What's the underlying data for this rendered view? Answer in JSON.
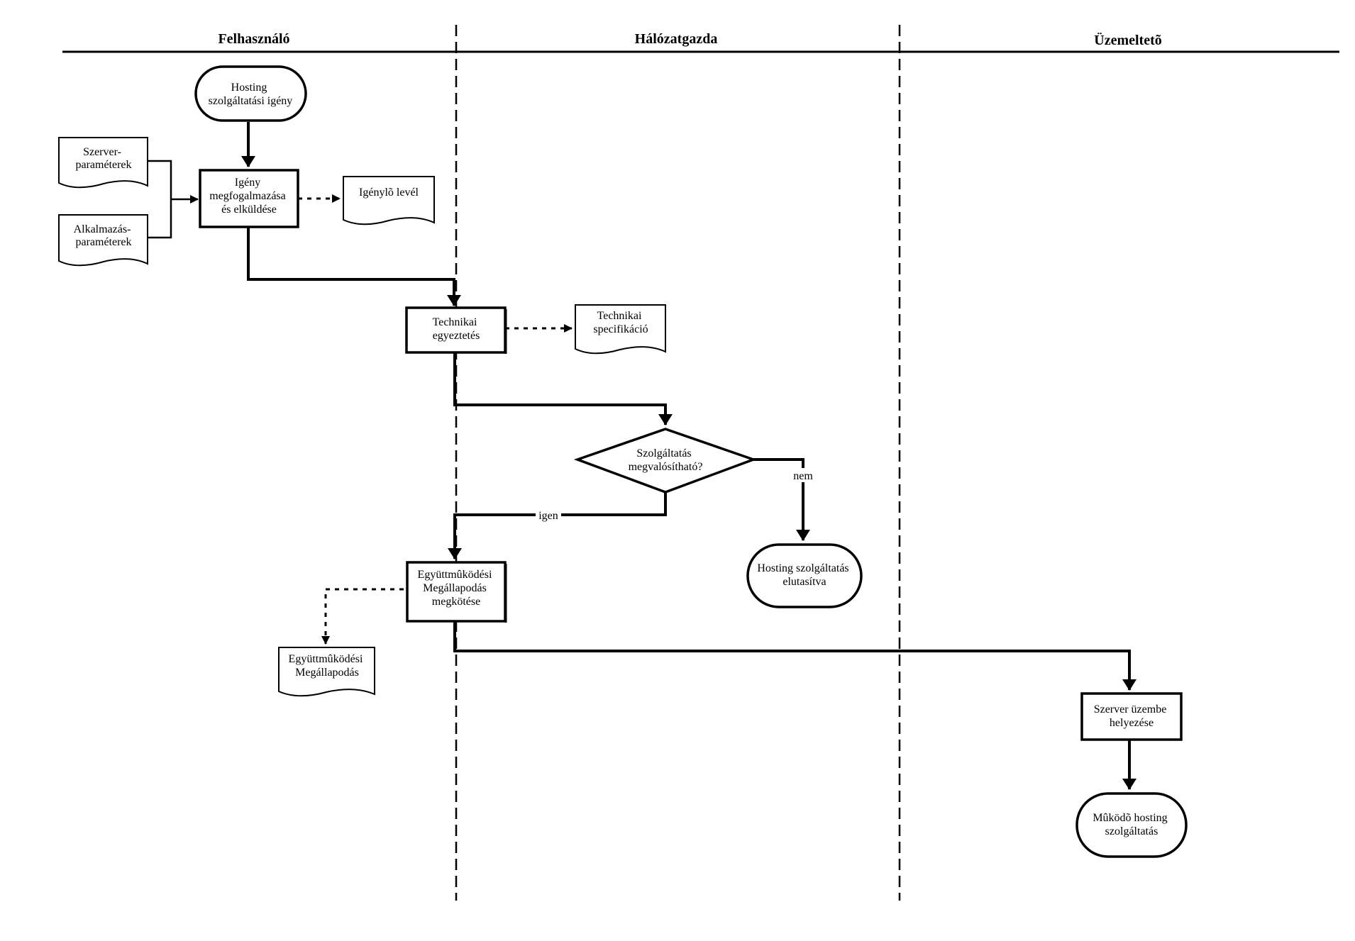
{
  "lanes": [
    {
      "id": "felhasznalo",
      "title": "Felhasználó"
    },
    {
      "id": "halozatgazda",
      "title": "Hálózatgazda"
    },
    {
      "id": "uzemelteto",
      "title": "Üzemeltetõ"
    }
  ],
  "nodes": {
    "start": {
      "kind": "terminal",
      "lines": [
        "Hosting",
        "szolgáltatási igény"
      ]
    },
    "szerver_param": {
      "kind": "document",
      "lines": [
        "Szerver-",
        "paraméterek"
      ]
    },
    "alkalmazas_param": {
      "kind": "document",
      "lines": [
        "Alkalmazás-",
        "paraméterek"
      ]
    },
    "igeny": {
      "kind": "process",
      "lines": [
        "Igény",
        "megfogalmazása",
        "és elküldése"
      ]
    },
    "igenylo_level": {
      "kind": "document",
      "lines": [
        "Igénylõ levél"
      ]
    },
    "technikai": {
      "kind": "process",
      "lines": [
        "Technikai",
        "egyeztetés"
      ]
    },
    "tech_spec": {
      "kind": "document",
      "lines": [
        "Technikai",
        "specifikáció"
      ]
    },
    "dontes": {
      "kind": "decision",
      "lines": [
        "Szolgáltatás",
        "megvalósítható?"
      ]
    },
    "elutasitva": {
      "kind": "terminal",
      "lines": [
        "Hosting szolgáltatás",
        "elutasítva"
      ]
    },
    "egyuttm": {
      "kind": "process",
      "lines": [
        "Együttmûködési",
        "Megállapodás",
        "megkötése"
      ]
    },
    "egyuttm_doc": {
      "kind": "document",
      "lines": [
        "Együttmûködési",
        "Megállapodás"
      ]
    },
    "szerver_uzembe": {
      "kind": "process",
      "lines": [
        "Szerver üzembe",
        "helyezése"
      ]
    },
    "mukodo": {
      "kind": "terminal",
      "lines": [
        "Mûködõ hosting",
        "szolgáltatás"
      ]
    }
  },
  "edge_labels": {
    "nem": "nem",
    "igen": "igen"
  }
}
